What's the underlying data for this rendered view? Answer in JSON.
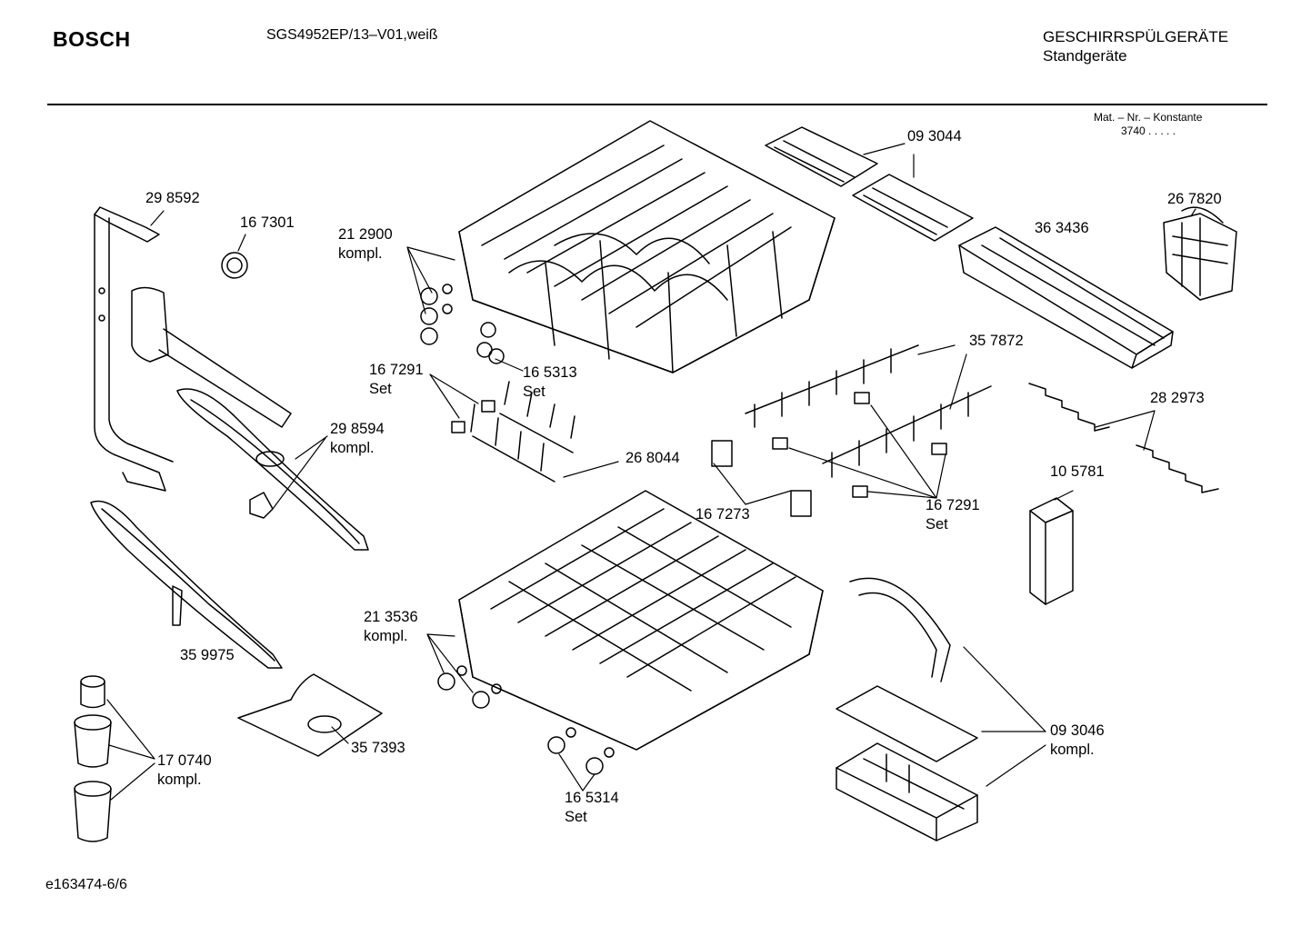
{
  "header": {
    "brand": "BOSCH",
    "model": "SGS4952EP/13–V01,weiß",
    "category": "GESCHIRRSPÜLGERÄTE",
    "subcategory": "Standgeräte"
  },
  "mat_note": {
    "line1": "Mat. – Nr. – Konstante",
    "line2": "3740 . . . . ."
  },
  "parts": {
    "p298592": "29 8592",
    "p167301": "16 7301",
    "p212900": "21 2900",
    "p212900_sub": "kompl.",
    "p093044": "09 3044",
    "p267820": "26 7820",
    "p363436": "36 3436",
    "p357872": "35 7872",
    "p167291a": "16 7291",
    "p167291a_sub": "Set",
    "p165313": "16 5313",
    "p165313_sub": "Set",
    "p282973": "28 2973",
    "p298594": "29 8594",
    "p298594_sub": "kompl.",
    "p268044": "26 8044",
    "p105781": "10 5781",
    "p167273": "16 7273",
    "p167291b": "16 7291",
    "p167291b_sub": "Set",
    "p213536": "21 3536",
    "p213536_sub": "kompl.",
    "p359975": "35 9975",
    "p093046": "09 3046",
    "p093046_sub": "kompl.",
    "p357393": "35 7393",
    "p170740": "17 0740",
    "p170740_sub": "kompl.",
    "p165314": "16 5314",
    "p165314_sub": "Set"
  },
  "footer": {
    "doc_id": "e163474-6/6"
  }
}
